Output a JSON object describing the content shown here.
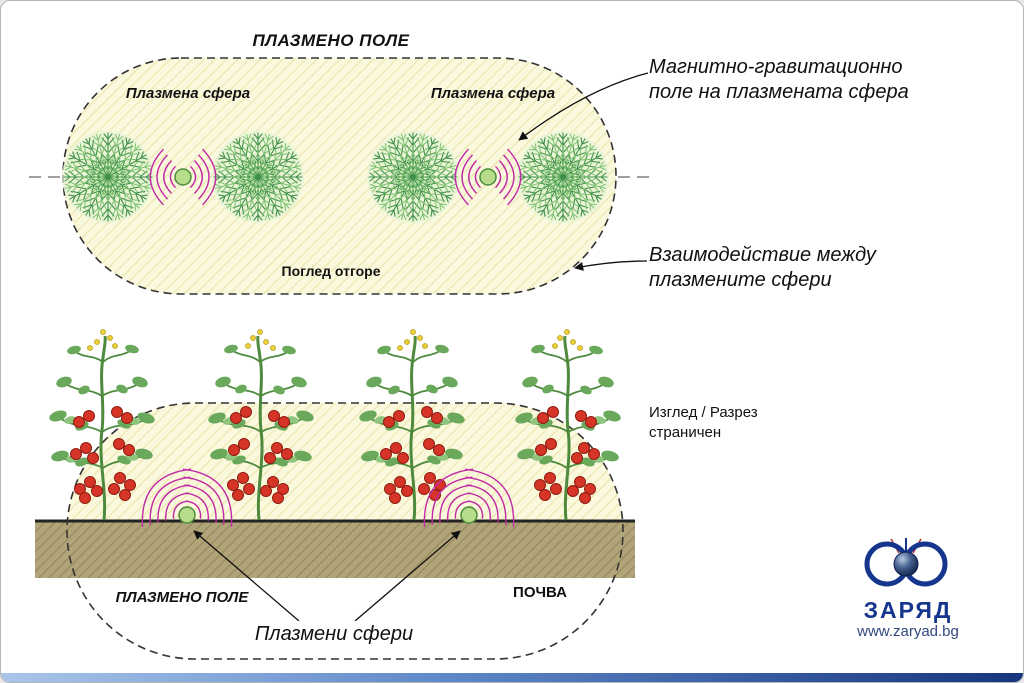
{
  "top_view": {
    "title": "ПЛАЗМЕНО ПОЛЕ",
    "left_sphere_label": "Плазмена сфера",
    "right_sphere_label": "Плазмена сфера",
    "caption": "Поглед отгоре"
  },
  "annotations": {
    "magnetic_field": "Магнитно-гравитационно поле на плазмената сфера",
    "interaction": "Взаимодействие между плазмените сфери",
    "side_view": "Изглед / Разрез страничен"
  },
  "side_view": {
    "field_label": "ПЛАЗМЕНО ПОЛЕ",
    "soil_label": "ПОЧВА",
    "spheres_label": "Плазмени сфери"
  },
  "logo": {
    "brand": "ЗАРЯД",
    "website": "www.zaryad.bg"
  },
  "colors": {
    "field_fill": "#fbf9dd",
    "field_hatch": "#efe9b8",
    "soil_fill": "#b0a478",
    "soil_hatch": "#968a5e",
    "arc_magenta": "#c12aa6",
    "sphere_green": "#b7dd8a",
    "plant_green": "#3f8f4a",
    "tomato_red": "#d63426",
    "brand_blue": "#15368c"
  }
}
